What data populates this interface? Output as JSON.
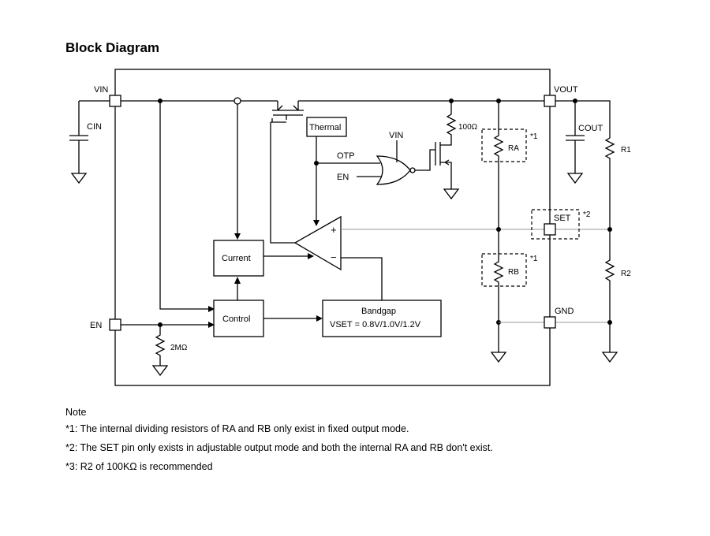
{
  "title": "Block Diagram",
  "pins": {
    "vin": "VIN",
    "vout": "VOUT",
    "en": "EN",
    "set": "SET",
    "gnd": "GND"
  },
  "components": {
    "cin": "CIN",
    "cout": "COUT",
    "r1": "R1",
    "r2": "R2",
    "ra": "RA",
    "rb": "RB",
    "thermal": "Thermal",
    "current": "Current",
    "control": "Control",
    "bandgap_title": "Bandgap",
    "bandgap_vset": "VSET = 0.8V/1.0V/1.2V",
    "otp": "OTP",
    "en_gate": "EN",
    "vin_gate": "VIN",
    "r100": "100Ω",
    "r2m": "2MΩ",
    "plus": "+",
    "minus": "−"
  },
  "footnote_marks": {
    "ra_mark": "*1",
    "rb_mark": "*1",
    "set_mark": "*2"
  },
  "notes": {
    "heading": "Note",
    "items": [
      "*1: The internal dividing resistors of RA and RB only exist in fixed output mode.",
      "*2: The SET pin only exists in adjustable output mode and both the internal RA and RB don't exist.",
      "*3: R2 of 100KΩ is recommended"
    ]
  }
}
